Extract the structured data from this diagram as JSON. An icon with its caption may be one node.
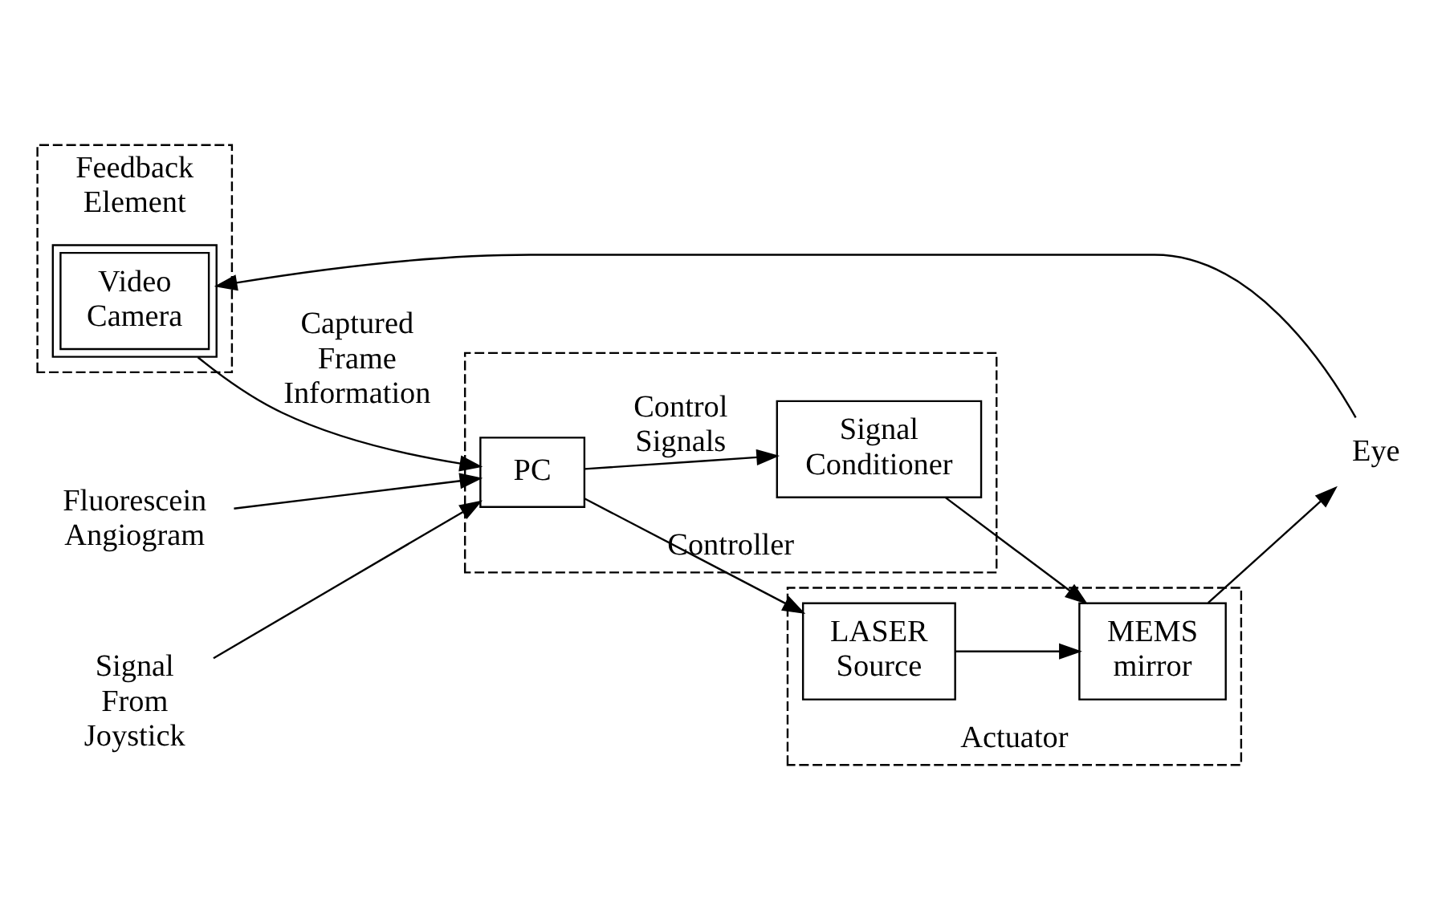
{
  "diagram": {
    "nodes": [
      {
        "text": [
          "Feedback Element"
        ]
      },
      {
        "text": [
          "Video Camera"
        ],
        "in": 0
      },
      {
        "text": [
          "Fluorescein Angiogram"
        ]
      },
      {
        "text": [
          "Controller"
        ]
      },
      {
        "text": [
          "PC"
        ],
        "in": 3
      },
      {
        "text": [
          "Signal From Joystick"
        ]
      },
      {
        "text": [
          "Eye"
        ]
      },
      {
        "text": [
          "Actuator"
        ]
      },
      {
        "text": [
          "MEMS mirror"
        ],
        "in": 7
      },
      {
        "text": [
          "Signal Conditioner"
        ],
        "in": 3
      },
      {
        "text": [
          "LASER Source"
        ],
        "in": 7
      }
    ],
    "edges": [
      {
        "from": 6,
        "to": 1,
        "arrow": "to"
      },
      {
        "from": 1,
        "to": 4,
        "arrow": "to",
        "label": "Captured Frame Information"
      },
      {
        "from": 2,
        "to": 4,
        "arrow": "to"
      },
      {
        "from": 5,
        "to": 4,
        "arrow": "to"
      },
      {
        "from": 4,
        "to": 9,
        "arrow": "to",
        "label": "Control Signals"
      },
      {
        "from": 4,
        "to": 10,
        "arrow": "to"
      },
      {
        "from": 9,
        "to": 8,
        "arrow": "to"
      },
      {
        "from": 10,
        "to": 8,
        "arrow": "to"
      },
      {
        "from": 8,
        "to": 6,
        "arrow": "to"
      }
    ]
  }
}
